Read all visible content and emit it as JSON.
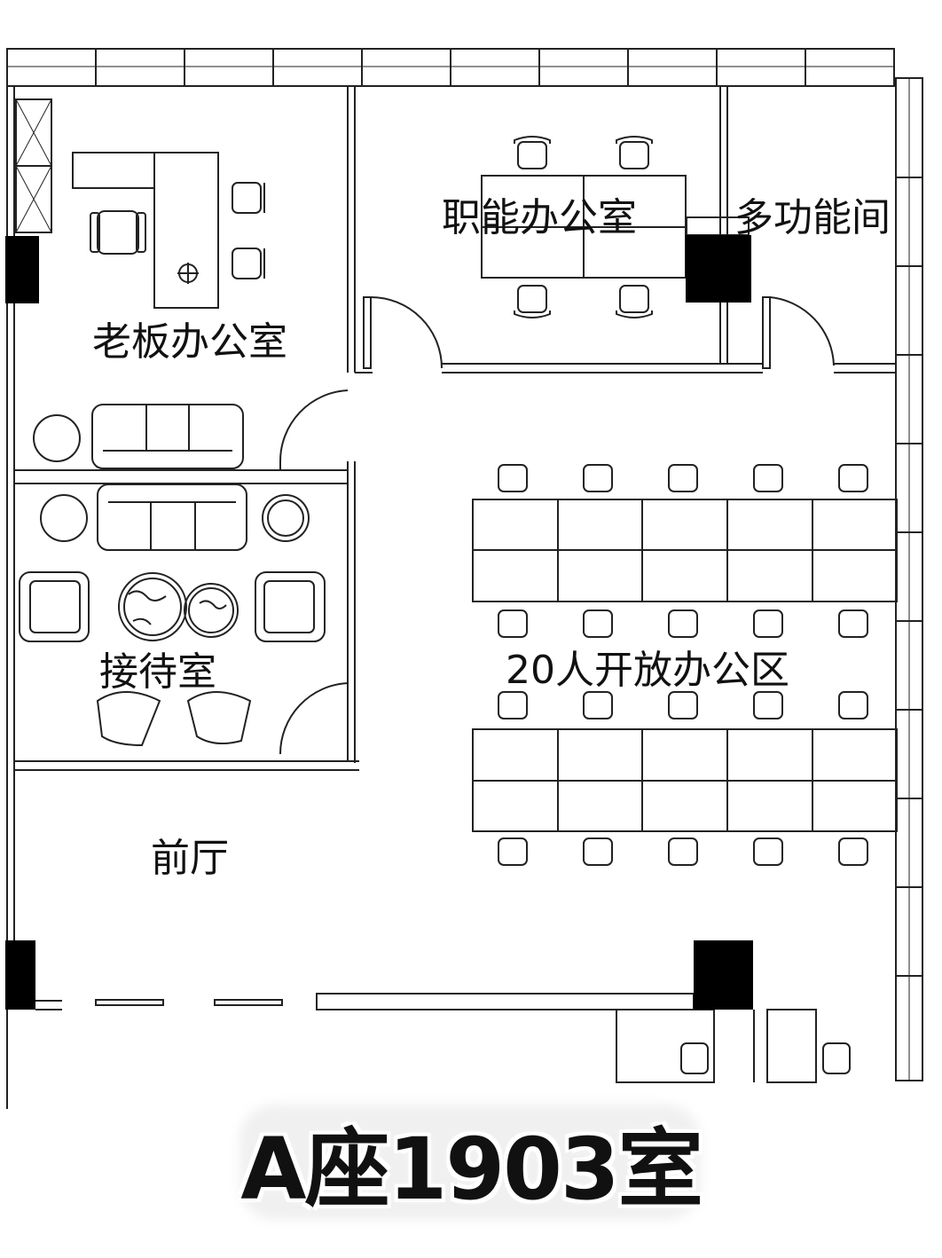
{
  "rooms": {
    "boss_office": "老板办公室",
    "function_office": "职能办公室",
    "multi_room": "多功能间",
    "reception": "接待室",
    "open_office": "20人开放办公区",
    "lobby": "前厅"
  },
  "title": "A座1903室",
  "colors": {
    "line": "#222222",
    "column": "#000000",
    "background": "#ffffff"
  }
}
